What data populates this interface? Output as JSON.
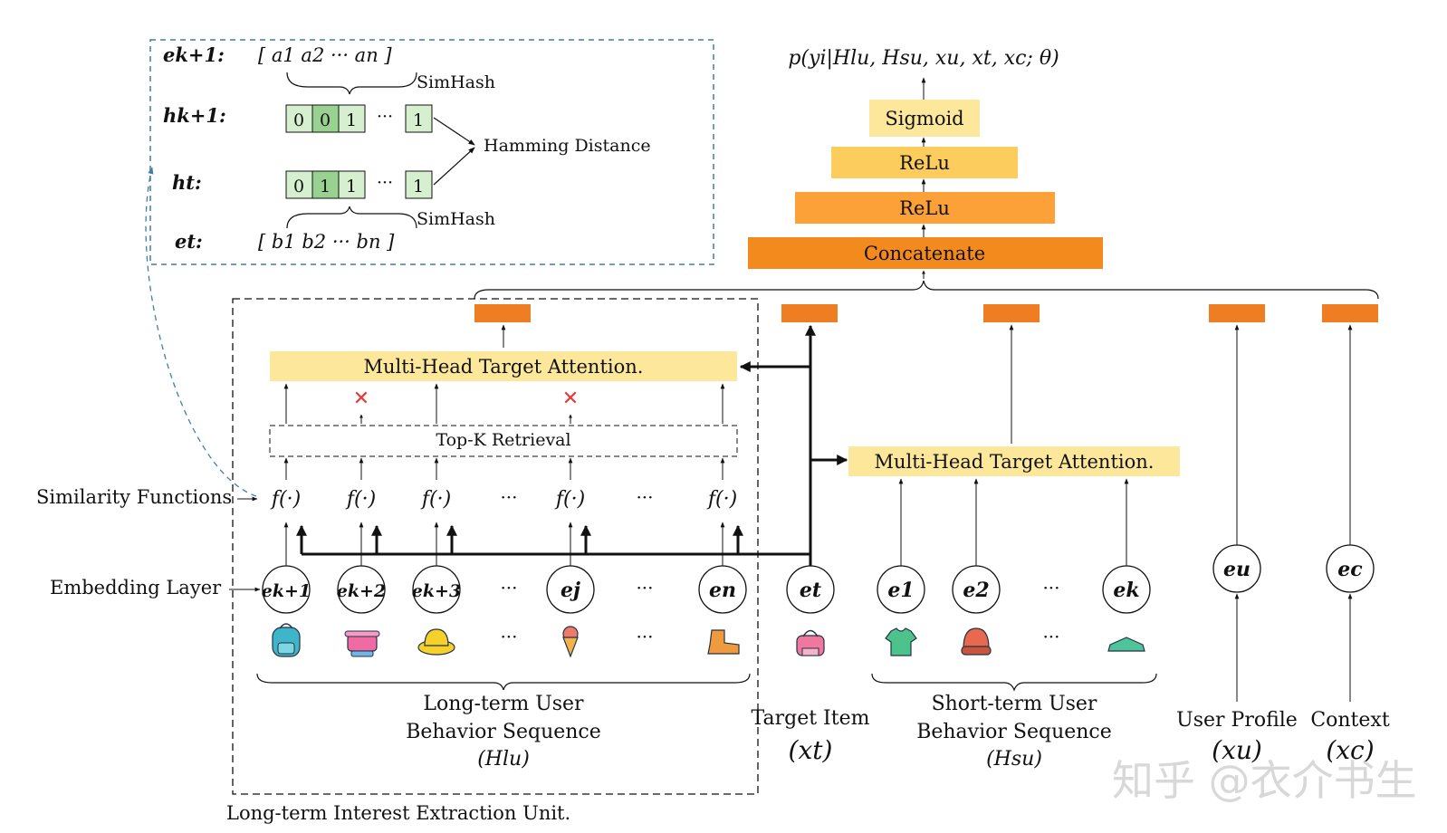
{
  "colors": {
    "pale_yellow": "#fde79a",
    "yellow": "#fccd5c",
    "orange": "#fba138",
    "deep_orange": "#f28a1e",
    "vector_orange": "#ef7d22",
    "cell_light": "#d6efcf",
    "cell_dark": "#98d190",
    "dashed_blue": "#3f7fa6",
    "cross_red": "#e53935"
  },
  "output": {
    "formula": "p(yi|Hlu, Hsu, xu, xt, xc; θ)",
    "sigmoid": "Sigmoid",
    "relu_top": "ReLu",
    "relu_bottom": "ReLu",
    "concatenate": "Concatenate"
  },
  "simhash_panel": {
    "ek1_label": "ek+1:",
    "ek1_vector": "[ a1  a2  ···  an ]",
    "simhash_top": "SimHash",
    "hk1_label": "hk+1:",
    "hk1_bits": [
      "0",
      "0",
      "1",
      "···",
      "1"
    ],
    "hamming": "Hamming Distance",
    "ht_label": "ht:",
    "ht_bits": [
      "0",
      "1",
      "1",
      "···",
      "1"
    ],
    "simhash_bottom": "SimHash",
    "et_label": "et:",
    "et_vector": "[ b1  b2  ···  bn ]"
  },
  "long_term": {
    "mhta": "Multi-Head Target Attention.",
    "topk": "Top-K Retrieval",
    "similarity_label": "Similarity Functions",
    "embedding_label": "Embedding Layer",
    "f_nodes": [
      "f(·)",
      "f(·)",
      "f(·)",
      "···",
      "f(·)",
      "···",
      "f(·)"
    ],
    "nodes": [
      "ek+1",
      "ek+2",
      "ek+3",
      "···",
      "ej",
      "···",
      "en"
    ],
    "items": [
      "backpack",
      "cooking-pot",
      "sun-hat",
      "···",
      "ice-cream",
      "···",
      "boot"
    ],
    "caption_line1": "Long-term User",
    "caption_line2": "Behavior Sequence",
    "caption_line3": "(Hlu)",
    "unit_label": "Long-term Interest Extraction Unit."
  },
  "target": {
    "node": "et",
    "item": "handbag",
    "caption_line1": "Target Item",
    "caption_line2": "(xt)"
  },
  "short_term": {
    "mhta": "Multi-Head Target Attention.",
    "nodes": [
      "e1",
      "e2",
      "···",
      "ek"
    ],
    "items": [
      "t-shirt",
      "cap",
      "···",
      "sneaker"
    ],
    "caption_line1": "Short-term User",
    "caption_line2": "Behavior Sequence",
    "caption_line3": "(Hsu)"
  },
  "user_profile": {
    "node": "eu",
    "caption_line1": "User Profile",
    "caption_line2": "(xu)"
  },
  "context": {
    "node": "ec",
    "caption_line1": "Context",
    "caption_line2": "(xc)"
  },
  "watermark": "知乎 @衣介书生"
}
